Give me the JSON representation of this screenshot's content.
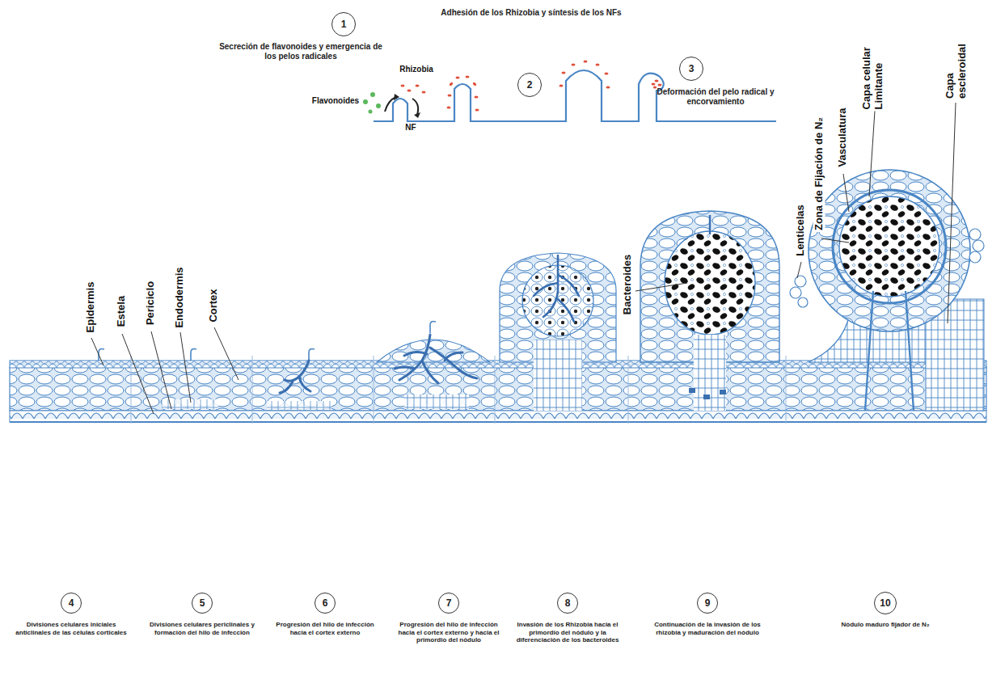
{
  "diagram": {
    "nodes": [
      {
        "text": [
          "1",
          "Secreción de flavonoides y emergencia de los pelos radicales"
        ]
      },
      {
        "text": [
          "2",
          "Adhesión de los Rhizobia y síntesis de los NFs"
        ]
      },
      {
        "text": [
          "3",
          "Deformación del pelo radical y encorvamiento"
        ]
      },
      {
        "text": [
          "4",
          "Divisiones celulares iniciales anticlinales de las células corticales"
        ]
      },
      {
        "text": [
          "5",
          "Divisiones celulares periclinales y formación del hilo de infección"
        ]
      },
      {
        "text": [
          "6",
          "Progresión del hilo de infección hacia el cortex externo"
        ]
      },
      {
        "text": [
          "7",
          "Progresión del hilo de infección hacia el cortex externo y hacia el primordio del nódulo"
        ]
      },
      {
        "text": [
          "8",
          "Invasión de los Rhizobia hacia el primordio del nódulo y la diferenciación de los bacteroides"
        ]
      },
      {
        "text": [
          "9",
          "Continuación de la invasión de los rhizobia y maduración del nódulo"
        ]
      },
      {
        "text": [
          "10",
          "Nódulo maduro fijador de N₂"
        ]
      }
    ],
    "labels": [
      "Flavonoides",
      "Rhizobia",
      "NF",
      "Epidermis",
      "Estela",
      "Periciclo",
      "Endodermis",
      "Cortex",
      "Bacteroides",
      "Lenticelas",
      "Zona de Fijación de N₂",
      "Vasculatura",
      "Capa celular Limitante",
      "Capa escleroidal"
    ]
  }
}
